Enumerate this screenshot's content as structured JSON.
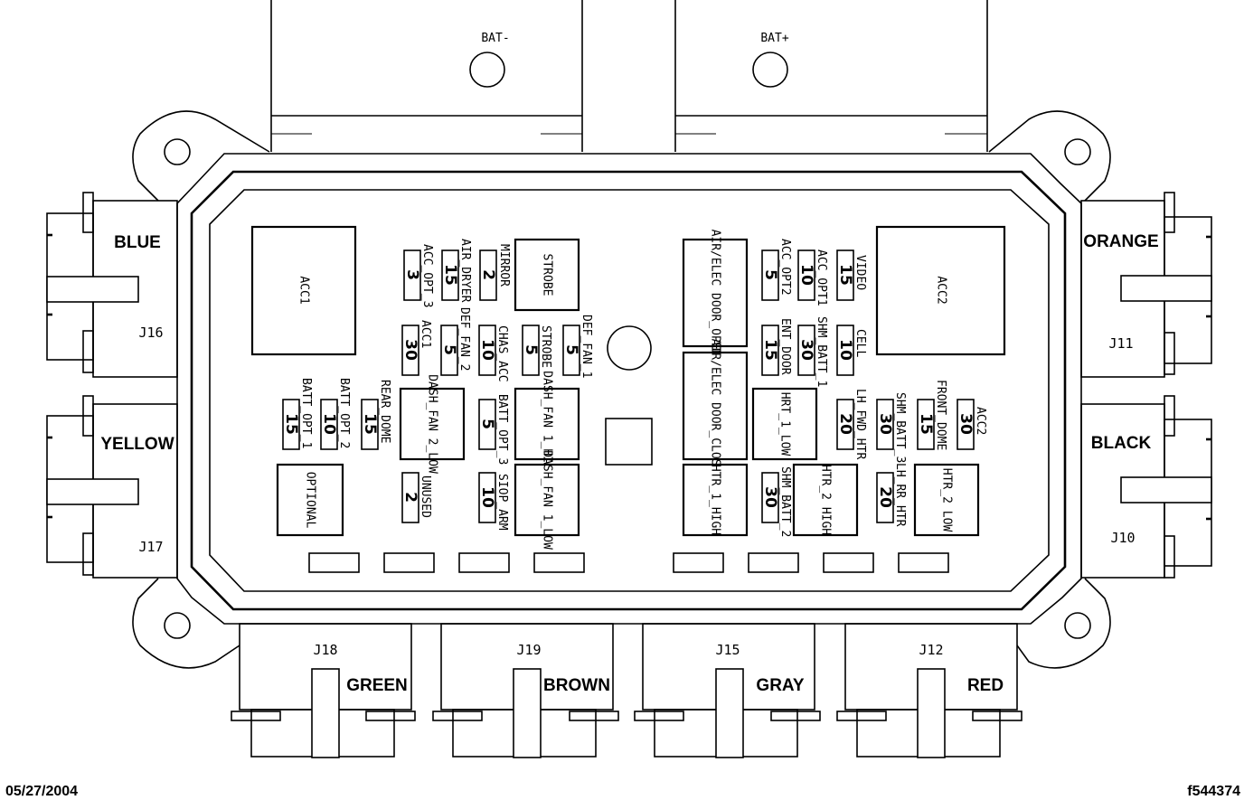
{
  "battery_terminals": {
    "negative": "BAT-",
    "positive": "BAT+"
  },
  "side_connectors": [
    {
      "id": "J16",
      "color": "BLUE"
    },
    {
      "id": "J17",
      "color": "YELLOW"
    },
    {
      "id": "J11",
      "color": "ORANGE"
    },
    {
      "id": "J10",
      "color": "BLACK"
    }
  ],
  "bottom_connectors": [
    {
      "id": "J18",
      "color": "GREEN"
    },
    {
      "id": "J19",
      "color": "BROWN"
    },
    {
      "id": "J15",
      "color": "GRAY"
    },
    {
      "id": "J12",
      "color": "RED"
    }
  ],
  "relays": [
    {
      "label": "ACC1"
    },
    {
      "label": "STROBE"
    },
    {
      "label": "DASH_FAN 2_LOW"
    },
    {
      "label": "DASH_FAN 1_HIGH"
    },
    {
      "label": "DASH_FAN 1_LOW"
    },
    {
      "label": "OPTIONAL"
    },
    {
      "label": "AIR/ELEC DOOR_OPEN"
    },
    {
      "label": "AIR/ELEC DOOR_CLOSE"
    },
    {
      "label": "HRT_1_LOW"
    },
    {
      "label": "HTR_1_HIGH"
    },
    {
      "label": "HTR_2 HIGH"
    },
    {
      "label": "HTR_2 LOW"
    },
    {
      "label": "ACC2"
    }
  ],
  "fuses": [
    {
      "amps": "3",
      "name": "ACC_OPT_3"
    },
    {
      "amps": "15",
      "name": "AIR_DRYER"
    },
    {
      "amps": "2",
      "name": "MIRROR"
    },
    {
      "amps": "30",
      "name": "ACC1"
    },
    {
      "amps": "5",
      "name": "DEF_FAN_2"
    },
    {
      "amps": "10",
      "name": "CHAS_ACC"
    },
    {
      "amps": "5",
      "name": "STROBE"
    },
    {
      "amps": "5",
      "name": "DEF_FAN_1"
    },
    {
      "amps": "15",
      "name": "BATT_OPT_1"
    },
    {
      "amps": "10",
      "name": "BATT_OPT_2"
    },
    {
      "amps": "15",
      "name": "REAR_DOME"
    },
    {
      "amps": "5",
      "name": "BATT_OPT_3"
    },
    {
      "amps": "2",
      "name": "UNUSED"
    },
    {
      "amps": "10",
      "name": "SIOP_ARM"
    },
    {
      "amps": "5",
      "name": "ACC_OPT2"
    },
    {
      "amps": "10",
      "name": "ACC_OPT1"
    },
    {
      "amps": "15",
      "name": "VIDEO"
    },
    {
      "amps": "15",
      "name": "ENT_DOOR"
    },
    {
      "amps": "30",
      "name": "SHM_BATT_1"
    },
    {
      "amps": "10",
      "name": "CELL"
    },
    {
      "amps": "20",
      "name": "LH_FWD_HTR"
    },
    {
      "amps": "30",
      "name": "SHM_BATT_3"
    },
    {
      "amps": "15",
      "name": "FRONT_DOME"
    },
    {
      "amps": "30",
      "name": "ACC2"
    },
    {
      "amps": "30",
      "name": "SHM_BATT_2"
    },
    {
      "amps": "20",
      "name": "LH_RR_HTR"
    }
  ],
  "footer": {
    "date": "05/27/2004",
    "figure_id": "f544374"
  }
}
